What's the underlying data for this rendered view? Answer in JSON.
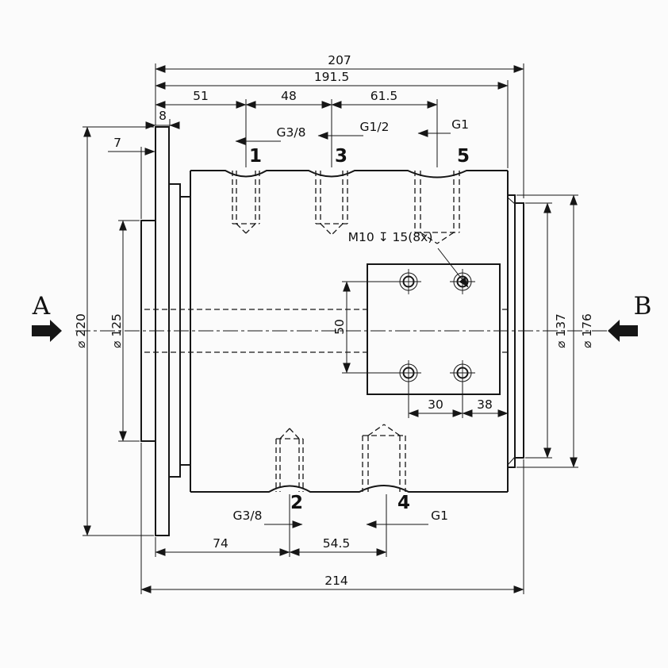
{
  "drawing": {
    "views": {
      "a": "A",
      "b": "B"
    },
    "callouts": {
      "bolt_holes": "M10 ↧ 15(8x)"
    },
    "dims": {
      "top_overall": "207",
      "top_inner": "191.5",
      "seg_51": "51",
      "seg_48": "48",
      "seg_61_5": "61.5",
      "flange_width": "8",
      "hub_width": "7",
      "dia_220": "⌀ 220",
      "dia_125": "⌀ 125",
      "dia_137": "⌀ 137",
      "dia_176": "⌀ 176",
      "hole_span_50": "50",
      "hole_span_30": "30",
      "hole_edge_38": "38",
      "bot_74": "74",
      "bot_54_5": "54.5",
      "bot_overall": "214"
    },
    "ports": {
      "p1": {
        "num": "1",
        "thread": "G3/8"
      },
      "p2": {
        "num": "2",
        "thread": "G3/8"
      },
      "p3": {
        "num": "3",
        "thread": "G1/2"
      },
      "p4": {
        "num": "4",
        "thread": "G1"
      },
      "p5": {
        "num": "5",
        "thread": "G1"
      }
    }
  }
}
